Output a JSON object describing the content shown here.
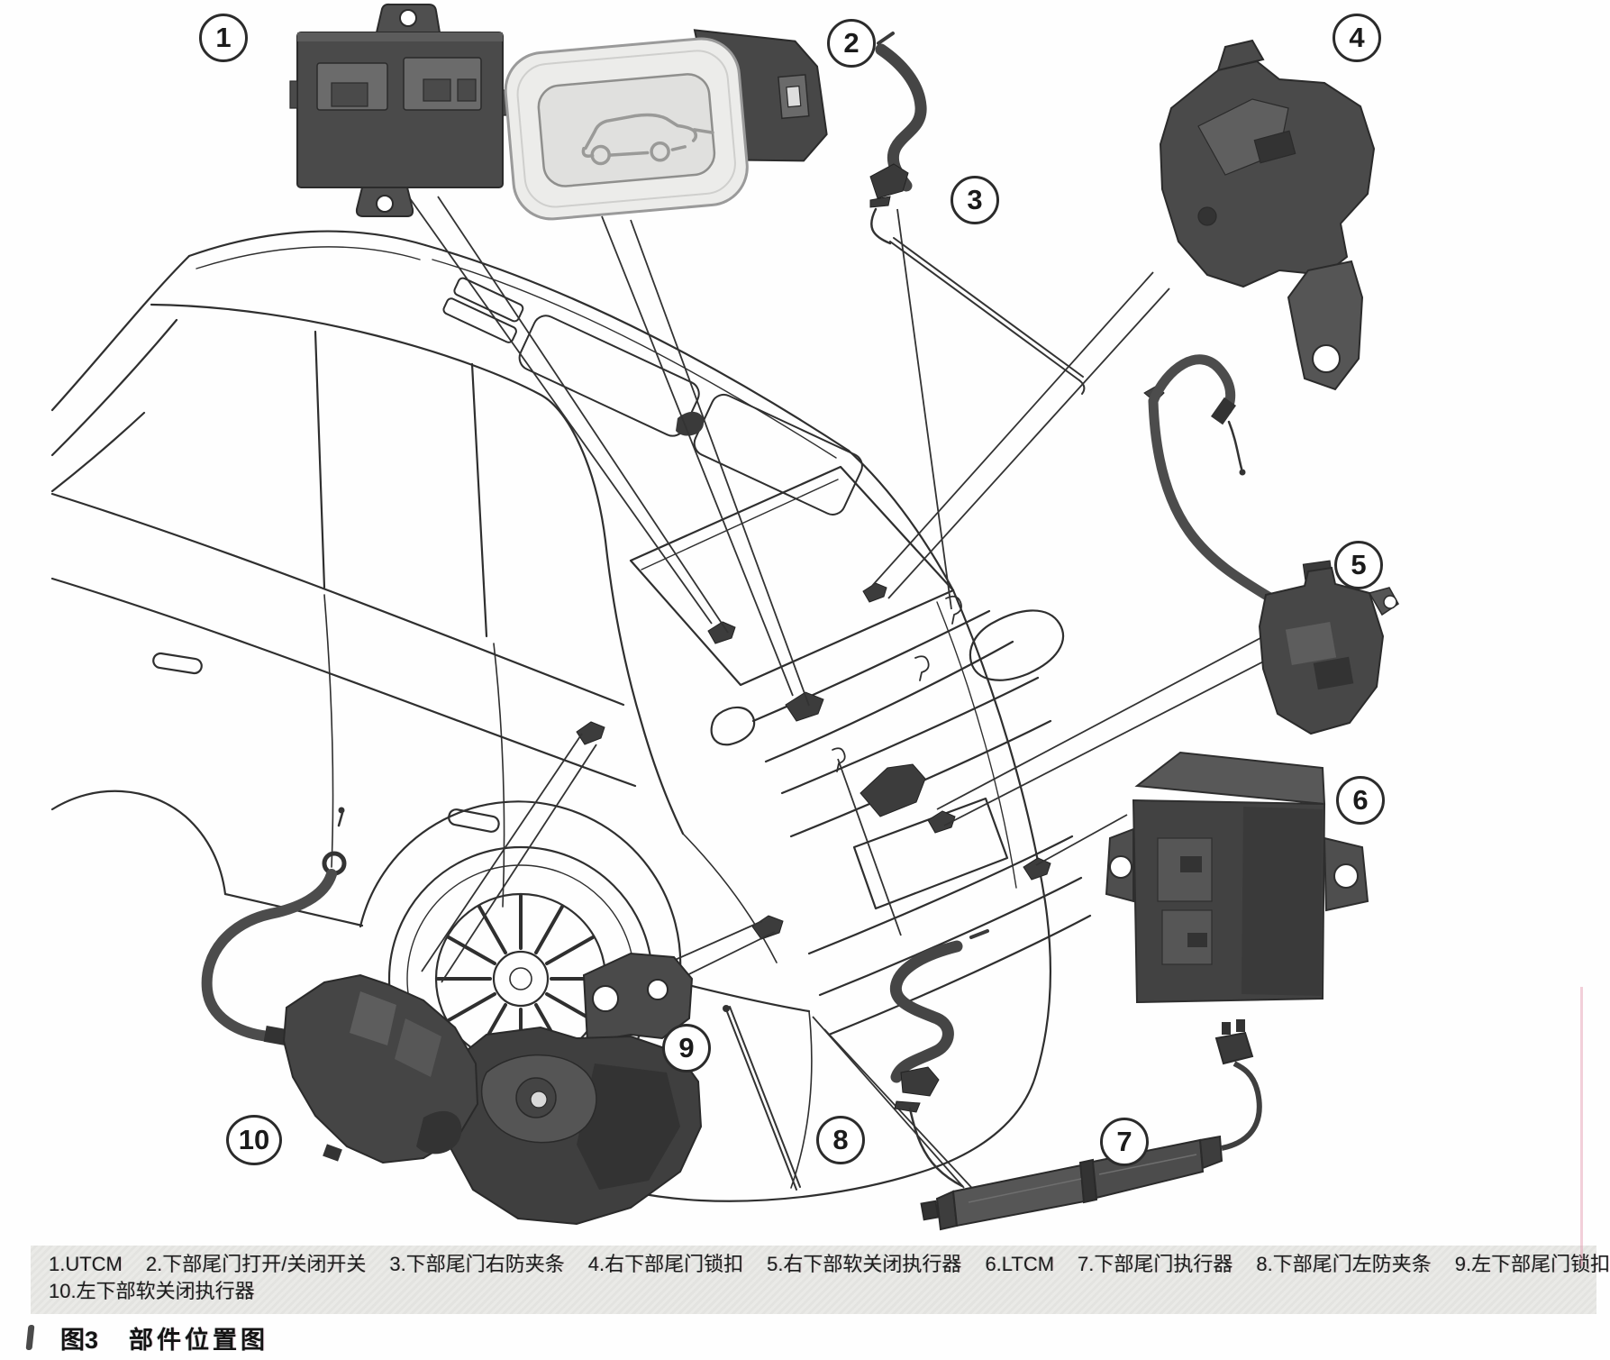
{
  "figure": {
    "callouts": [
      {
        "num": "1"
      },
      {
        "num": "2"
      },
      {
        "num": "3"
      },
      {
        "num": "4"
      },
      {
        "num": "5"
      },
      {
        "num": "6"
      },
      {
        "num": "7"
      },
      {
        "num": "8"
      },
      {
        "num": "9"
      },
      {
        "num": "10"
      }
    ],
    "legend": {
      "items": [
        {
          "num": "1",
          "label": "UTCM",
          "text": "1.UTCM"
        },
        {
          "num": "2",
          "label": "下部尾门打开/关闭开关",
          "text": "2.下部尾门打开/关闭开关"
        },
        {
          "num": "3",
          "label": "下部尾门右防夹条",
          "text": "3.下部尾门右防夹条"
        },
        {
          "num": "4",
          "label": "右下部尾门锁扣",
          "text": "4.右下部尾门锁扣"
        },
        {
          "num": "5",
          "label": "右下部软关闭执行器",
          "text": "5.右下部软关闭执行器"
        },
        {
          "num": "6",
          "label": "LTCM",
          "text": "6.LTCM"
        },
        {
          "num": "7",
          "label": "下部尾门执行器",
          "text": "7.下部尾门执行器"
        },
        {
          "num": "8",
          "label": "下部尾门左防夹条",
          "text": "8.下部尾门左防夹条"
        },
        {
          "num": "9",
          "label": "左下部尾门锁扣",
          "text": "9.左下部尾门锁扣"
        },
        {
          "num": "10",
          "label": "左下部软关闭执行器",
          "text": "10.左下部软关闭执行器"
        }
      ]
    },
    "caption": {
      "figure_no": "图3",
      "title": "部件位置图"
    },
    "colors": {
      "line": "#2f2f2f",
      "component_fill": "#4a4a4a",
      "legend_background": "#e8e8e5"
    }
  }
}
